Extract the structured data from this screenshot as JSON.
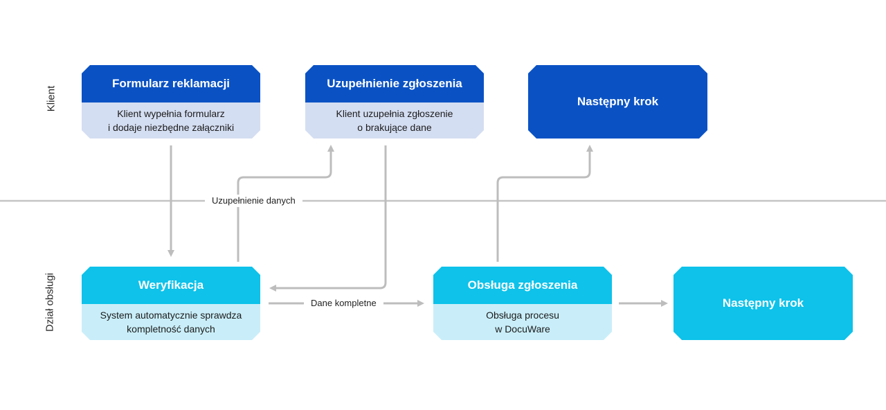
{
  "lanes": {
    "client": "Klient",
    "service": "Dział obsługi"
  },
  "nodes": {
    "formularz": {
      "title": "Formularz reklamacji",
      "body": "Klient wypełnia formularz\ni dodaje niezbędne załączniki"
    },
    "uzupelnienie": {
      "title": "Uzupełnienie zgłoszenia",
      "body": "Klient uzupełnia zgłoszenie\no brakujące dane"
    },
    "next_client": {
      "title": "Następny krok"
    },
    "weryfikacja": {
      "title": "Weryfikacja",
      "body": "System automatycznie sprawdza\nkompletność danych"
    },
    "obsluga": {
      "title": "Obsługa zgłoszenia",
      "body": "Obsługa procesu\nw DocuWare"
    },
    "next_service": {
      "title": "Następny krok"
    }
  },
  "edges": {
    "missing_data": "Uzupełnienie danych",
    "complete_data": "Dane kompletne"
  },
  "colors": {
    "client_head": "#0a52c4",
    "client_body": "#d4def2",
    "service_head": "#0ec2ea",
    "service_body": "#c9eef9",
    "connector": "#bdbdbd"
  }
}
